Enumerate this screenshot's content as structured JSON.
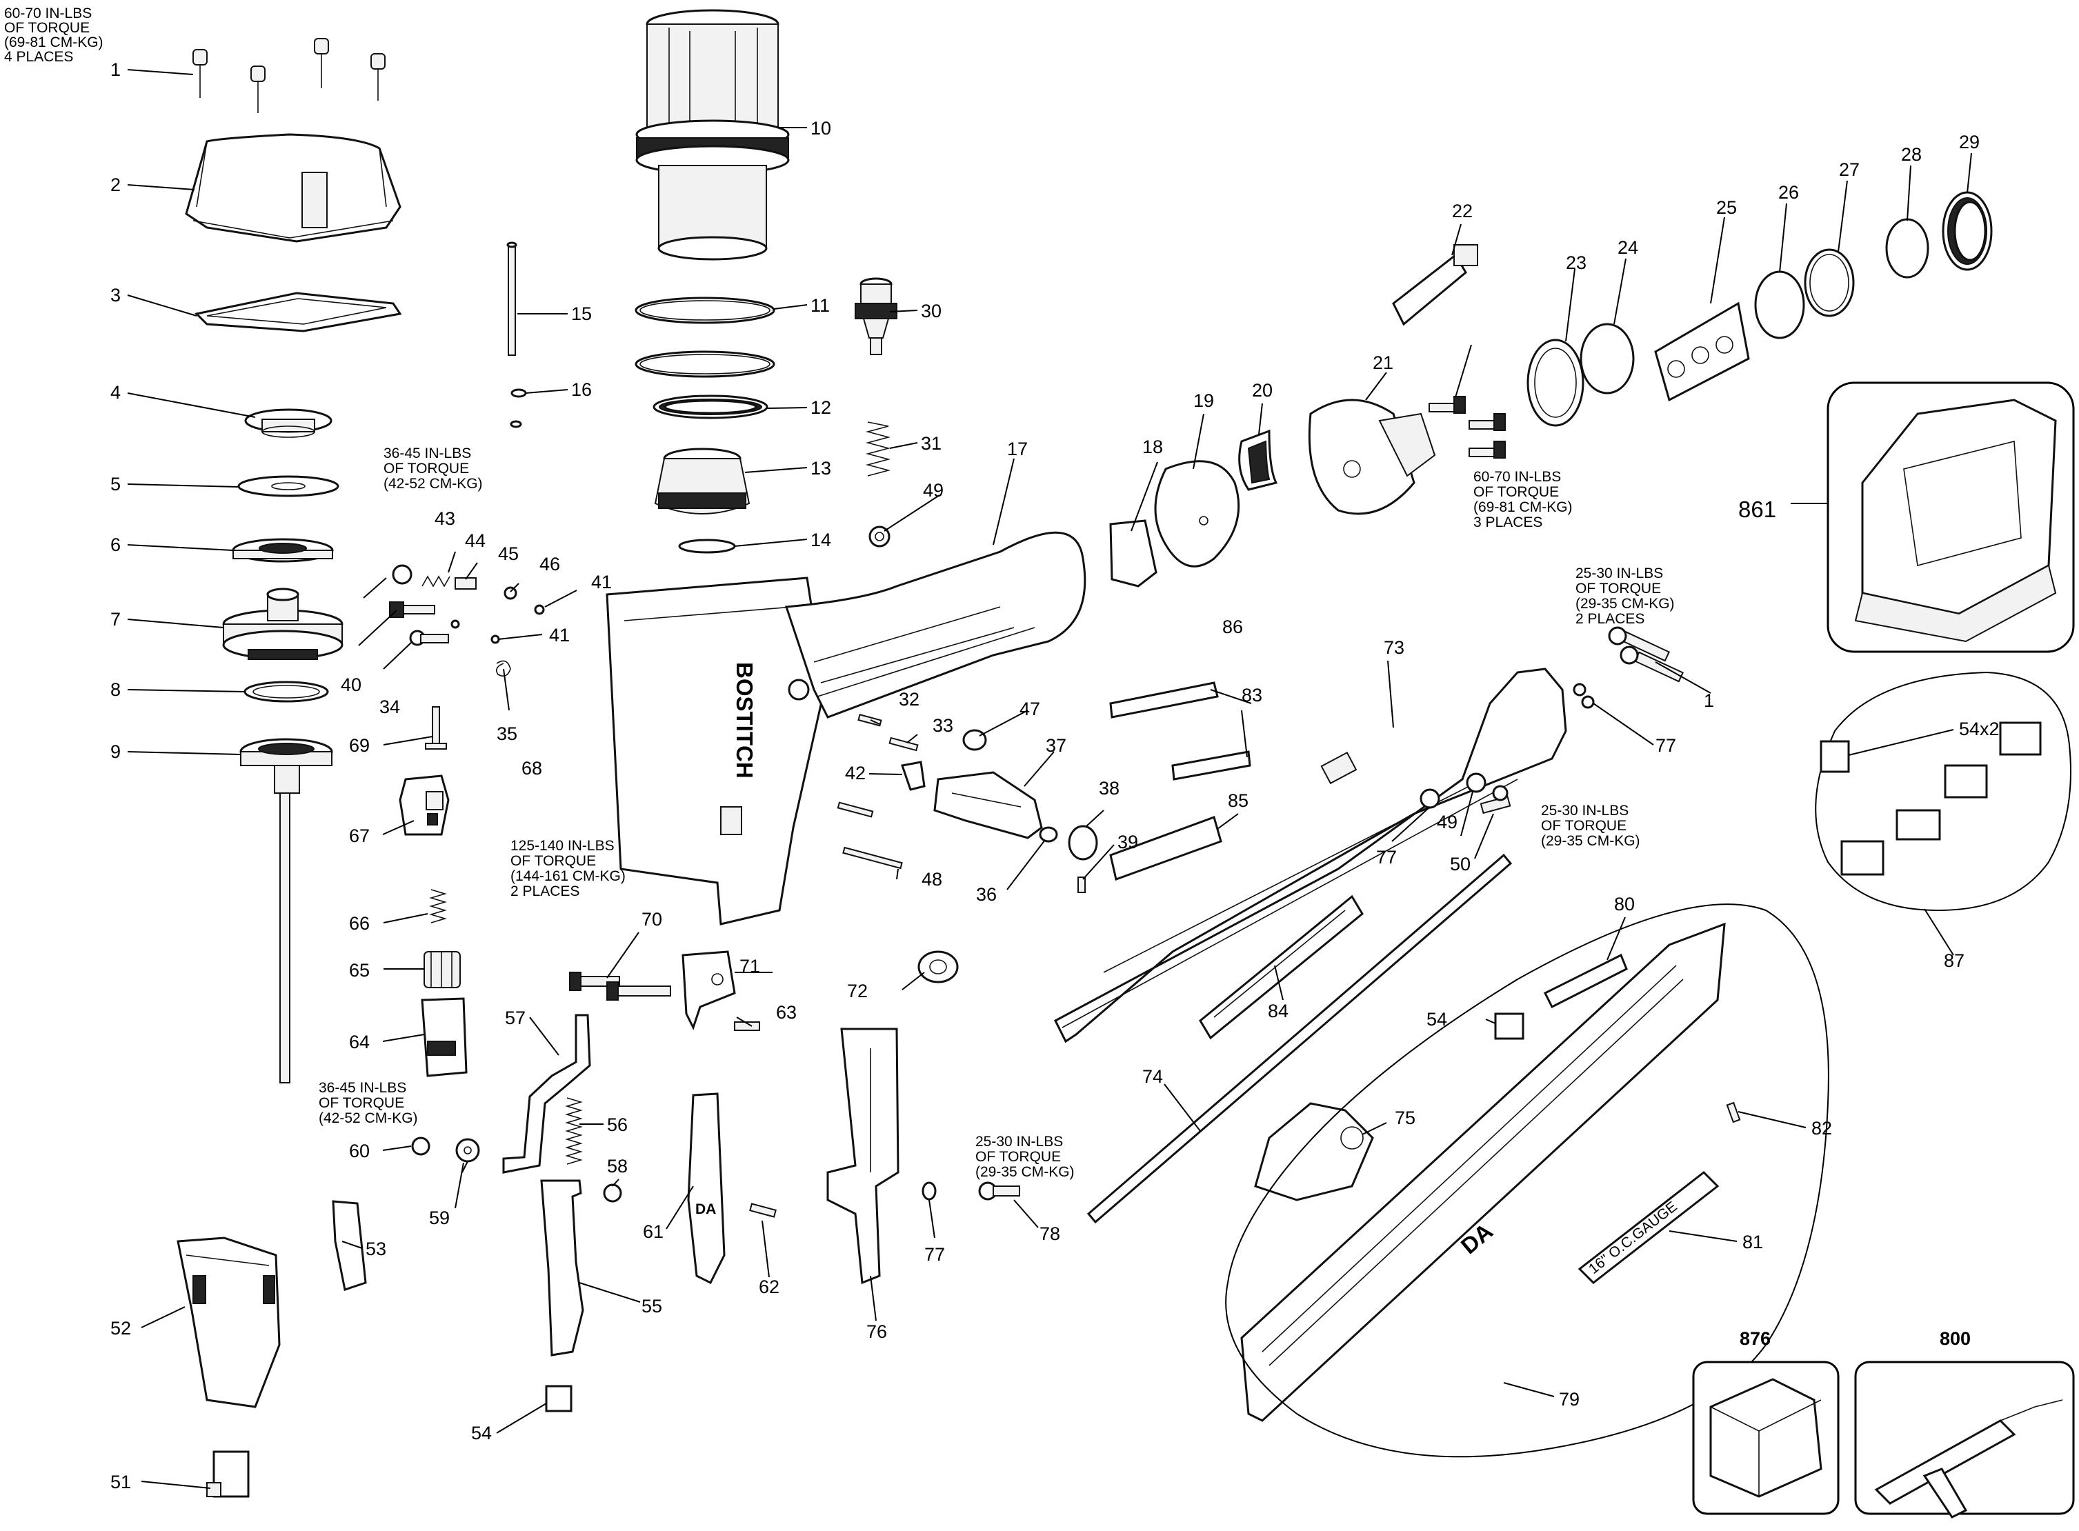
{
  "torque_notes": {
    "n1": [
      "60-70 IN-LBS",
      "OF TORQUE",
      "(69-81 CM-KG)",
      "4 PLACES"
    ],
    "n2": [
      "36-45 IN-LBS",
      "OF TORQUE",
      "(42-52 CM-KG)"
    ],
    "n3": [
      "125-140 IN-LBS",
      "OF TORQUE",
      "(144-161 CM-KG)",
      "2 PLACES"
    ],
    "n4": [
      "36-45 IN-LBS",
      "OF TORQUE",
      "(42-52 CM-KG)"
    ],
    "n5": [
      "25-30 IN-LBS",
      "OF TORQUE",
      "(29-35 CM-KG)"
    ],
    "n6": [
      "60-70 IN-LBS",
      "OF TORQUE",
      "(69-81 CM-KG)",
      "3  PLACES"
    ],
    "n7": [
      "25-30 IN-LBS",
      "OF TORQUE",
      "(29-35 CM-KG)",
      "2 PLACES"
    ],
    "n8": [
      "25-30 IN-LBS",
      "OF TORQUE",
      "(29-35 CM-KG)"
    ]
  },
  "parts": [
    "1",
    "2",
    "3",
    "4",
    "5",
    "6",
    "7",
    "8",
    "9",
    "10",
    "11",
    "12",
    "13",
    "14",
    "15",
    "16",
    "17",
    "18",
    "19",
    "20",
    "21",
    "22",
    "23",
    "24",
    "25",
    "26",
    "27",
    "28",
    "29",
    "30",
    "31",
    "32",
    "33",
    "34",
    "35",
    "36",
    "37",
    "38",
    "39",
    "40",
    "41",
    "41",
    "42",
    "43",
    "44",
    "45",
    "46",
    "47",
    "48",
    "49",
    "49",
    "50",
    "51",
    "52",
    "53",
    "54",
    "54",
    "55",
    "56",
    "57",
    "58",
    "59",
    "60",
    "61",
    "62",
    "63",
    "64",
    "65",
    "66",
    "67",
    "68",
    "69",
    "70",
    "71",
    "72",
    "73",
    "74",
    "75",
    "76",
    "77",
    "77",
    "77",
    "78",
    "79",
    "80",
    "81",
    "82",
    "83",
    "84",
    "85",
    "86",
    "87",
    "1"
  ],
  "kits": {
    "k861": "861",
    "k876": "876",
    "k800": "800",
    "k54x2": "54x2"
  },
  "brand": "BOSTITCH",
  "magazine_mark": "DA",
  "gauge_label": "16\" O.C.GAUGE"
}
